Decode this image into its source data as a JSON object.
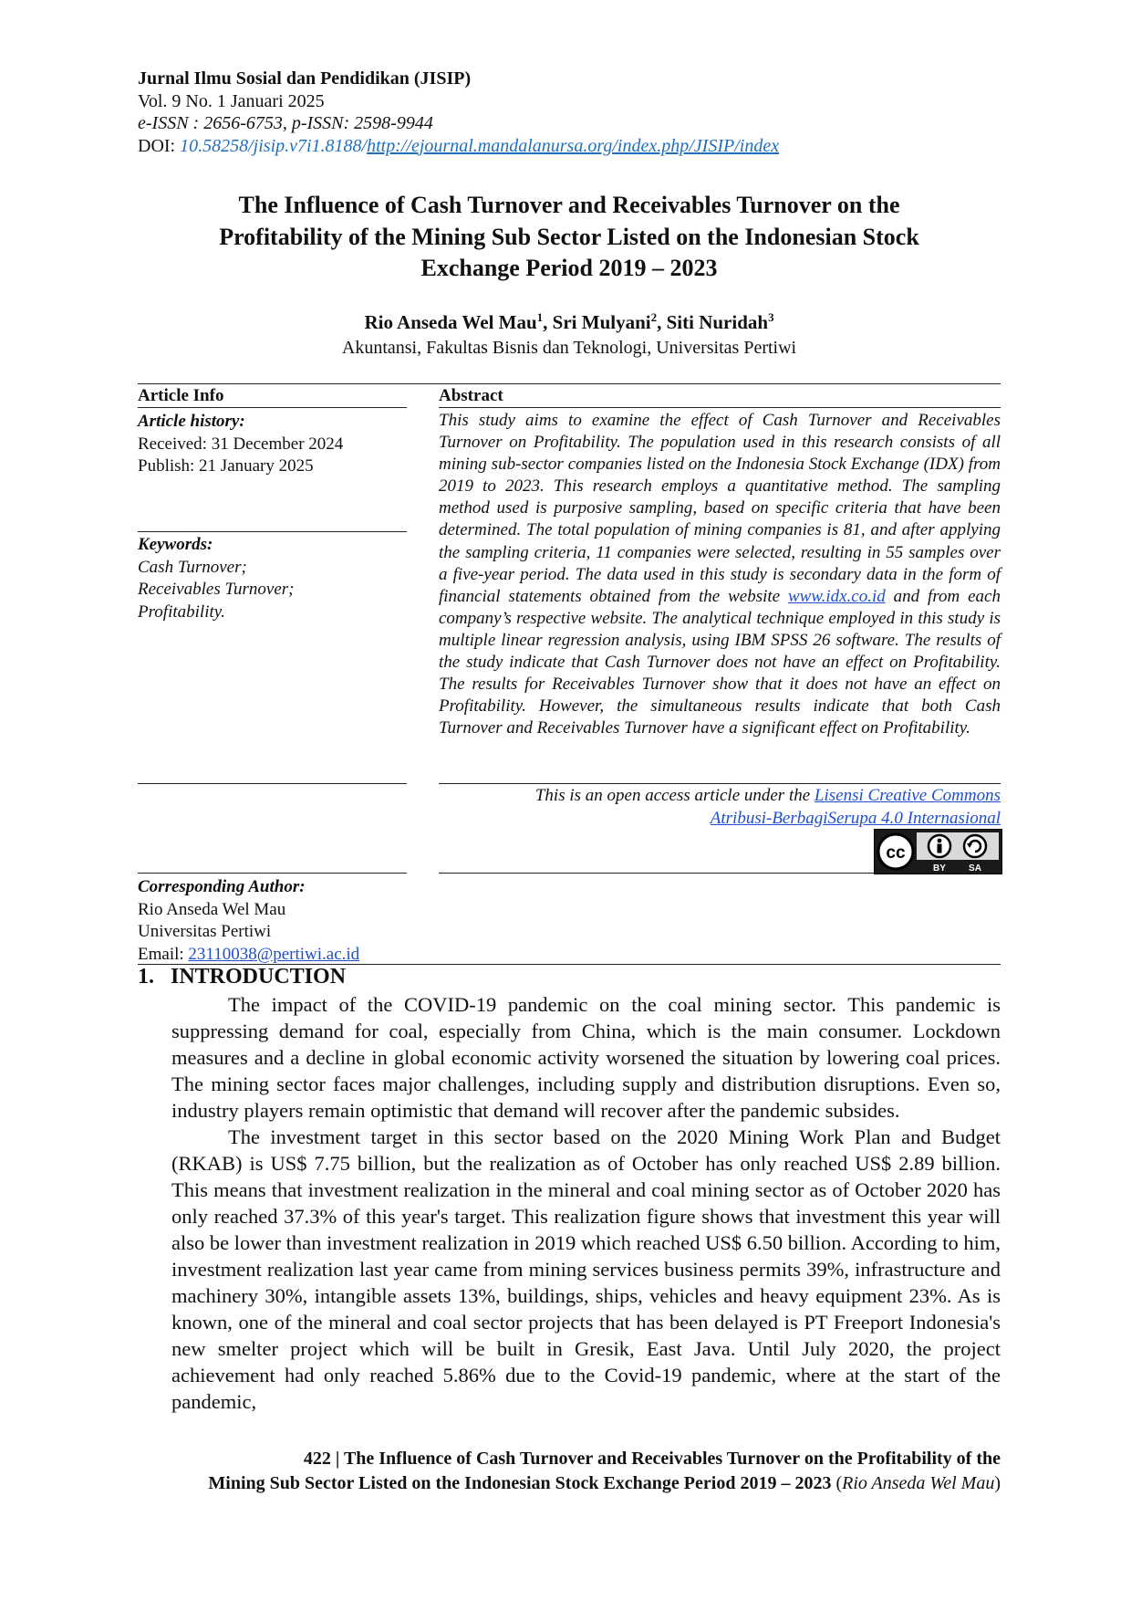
{
  "header": {
    "journal": "Jurnal Ilmu Sosial dan Pendidikan (JISIP)",
    "volume": "Vol. 9 No. 1 Januari 2025",
    "issn": "e-ISSN : 2656-6753, p-ISSN: 2598-9944",
    "doi_label": "DOI: ",
    "doi_value": "10.58258/jisip.v7i1.8188/",
    "url": "http://ejournal.mandalanursa.org/index.php/JISIP/index"
  },
  "title": {
    "line1": "The Influence of Cash Turnover and Receivables Turnover on the",
    "line2": "Profitability of the Mining Sub Sector Listed on the Indonesian Stock",
    "line3": "Exchange Period 2019 – 2023"
  },
  "authors": {
    "a1": "Rio Anseda Wel Mau",
    "s1": "1",
    "a2": "Sri Mulyani",
    "s2": "2",
    "a3": "Siti Nuridah",
    "s3": "3",
    "affiliation": "Akuntansi, Fakultas Bisnis dan Teknologi, Universitas Pertiwi"
  },
  "article_info": {
    "heading": "Article Info",
    "history_label": "Article history:",
    "received": "Received: 31 December 2024",
    "publish": "Publish: 21 January 2025",
    "keywords_label": "Keywords:",
    "keywords": [
      "Cash Turnover;",
      "Receivables Turnover;",
      "Profitability."
    ],
    "corresponding_label": "Corresponding Author:",
    "corr_name": "Rio Anseda Wel Mau",
    "corr_affil": "Universitas Pertiwi",
    "email_label": "Email: ",
    "email": "23110038@pertiwi.ac.id"
  },
  "abstract": {
    "heading": "Abstract",
    "text_before_link": "This study aims to examine the effect of Cash Turnover and Receivables Turnover on Profitability. The population used in this research consists of all mining sub-sector companies listed on the Indonesia Stock Exchange (IDX) from 2019 to 2023. This research employs a quantitative method. The sampling method used is purposive sampling, based on specific criteria that have been determined. The total population of mining companies is 81, and after applying the sampling criteria, 11 companies were selected, resulting in 55 samples over a five-year period. The data used in this study is secondary data in the form of financial statements obtained from the website ",
    "link": "www.idx.co.id",
    "text_after_link": " and from each company’s respective website. The analytical technique employed in this study is multiple linear regression analysis, using IBM SPSS 26 software. The results of the study indicate that Cash Turnover does not have an effect on Profitability. The results for Receivables Turnover show that it does not have an effect on Profitability. However, the simultaneous results indicate that both Cash Turnover and Receivables Turnover have a significant effect on Profitability."
  },
  "open_access": {
    "text": "This is an open access article under the ",
    "link1": "Lisensi Creative Commons",
    "link2": "Atribusi-BerbagiSerupa 4.0 Internasional",
    "badge_cc": "cc",
    "badge_by": "BY",
    "badge_sa": "SA"
  },
  "intro": {
    "heading": "1.   INTRODUCTION",
    "p1": "The impact of the COVID-19 pandemic on the coal mining sector. This pandemic is suppressing demand for coal, especially from China, which is the main consumer. Lockdown measures and a decline in global economic activity worsened the situation by lowering coal prices. The mining sector faces major challenges, including supply and distribution disruptions. Even so, industry players remain optimistic that demand will recover after the pandemic subsides.",
    "p2": "The investment target in this sector based on the 2020 Mining Work Plan and Budget (RKAB) is US$ 7.75 billion, but the realization as of October has only reached US$ 2.89 billion. This means that investment realization in the mineral and coal mining sector as of October 2020 has only reached 37.3% of this year's target. This realization figure shows that investment this year will also be lower than investment realization in 2019 which reached US$ 6.50 billion. According to him, investment realization last year came from mining services business permits 39%, infrastructure and machinery 30%, intangible assets 13%, buildings, ships, vehicles and heavy equipment 23%. As is known, one of the mineral and coal sector projects that has been delayed is PT Freeport Indonesia's new smelter project which will be built in Gresik, East Java. Until July 2020, the project achievement had only reached 5.86% due to the Covid-19 pandemic, where at the start of the pandemic,"
  },
  "footer": {
    "page": "422",
    "sep": " | ",
    "title_line1": "The Influence of Cash Turnover and Receivables Turnover on the Profitability of the",
    "title_line2": "Mining Sub Sector Listed on the Indonesian Stock Exchange Period 2019 – 2023",
    "author": "Rio Anseda Wel Mau"
  }
}
